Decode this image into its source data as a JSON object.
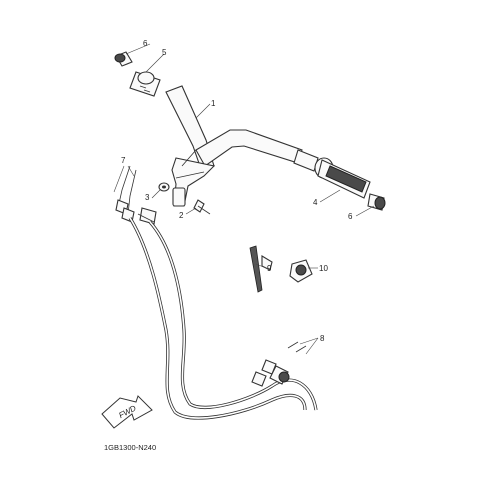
{
  "diagram": {
    "code": "1GB1300-N240",
    "fwd_label": "FWD",
    "callouts": {
      "c1": "1",
      "c2": "2",
      "c3": "3",
      "c4": "4",
      "c5": "5",
      "c6a": "6",
      "c6b": "6",
      "c7": "7",
      "c8": "8",
      "c9": "9",
      "c10": "10"
    }
  }
}
